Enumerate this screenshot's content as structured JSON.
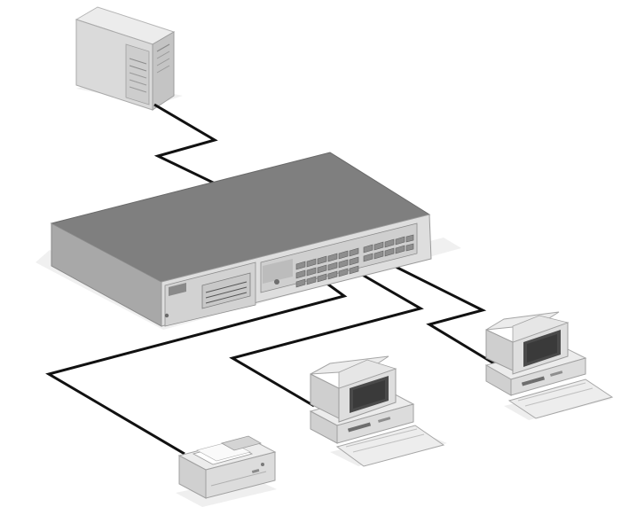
{
  "diagram": {
    "kind": "network-topology",
    "nodes": [
      {
        "id": "server",
        "icon": "tower-server-icon"
      },
      {
        "id": "switch",
        "icon": "network-switch-icon"
      },
      {
        "id": "workstation-1",
        "icon": "desktop-computer-icon"
      },
      {
        "id": "workstation-2",
        "icon": "desktop-computer-icon"
      },
      {
        "id": "printer",
        "icon": "printer-icon"
      }
    ],
    "links": [
      {
        "from": "server",
        "to": "switch"
      },
      {
        "from": "switch",
        "to": "printer"
      },
      {
        "from": "switch",
        "to": "workstation-1"
      },
      {
        "from": "switch",
        "to": "workstation-2"
      }
    ],
    "colors": {
      "cable": "#111111",
      "device_light": "#f1f1f1",
      "device_mid": "#d6d6d6",
      "device_dark": "#9a9a9a",
      "switch_top": "#808080",
      "shadow": "#eeeeee"
    }
  }
}
